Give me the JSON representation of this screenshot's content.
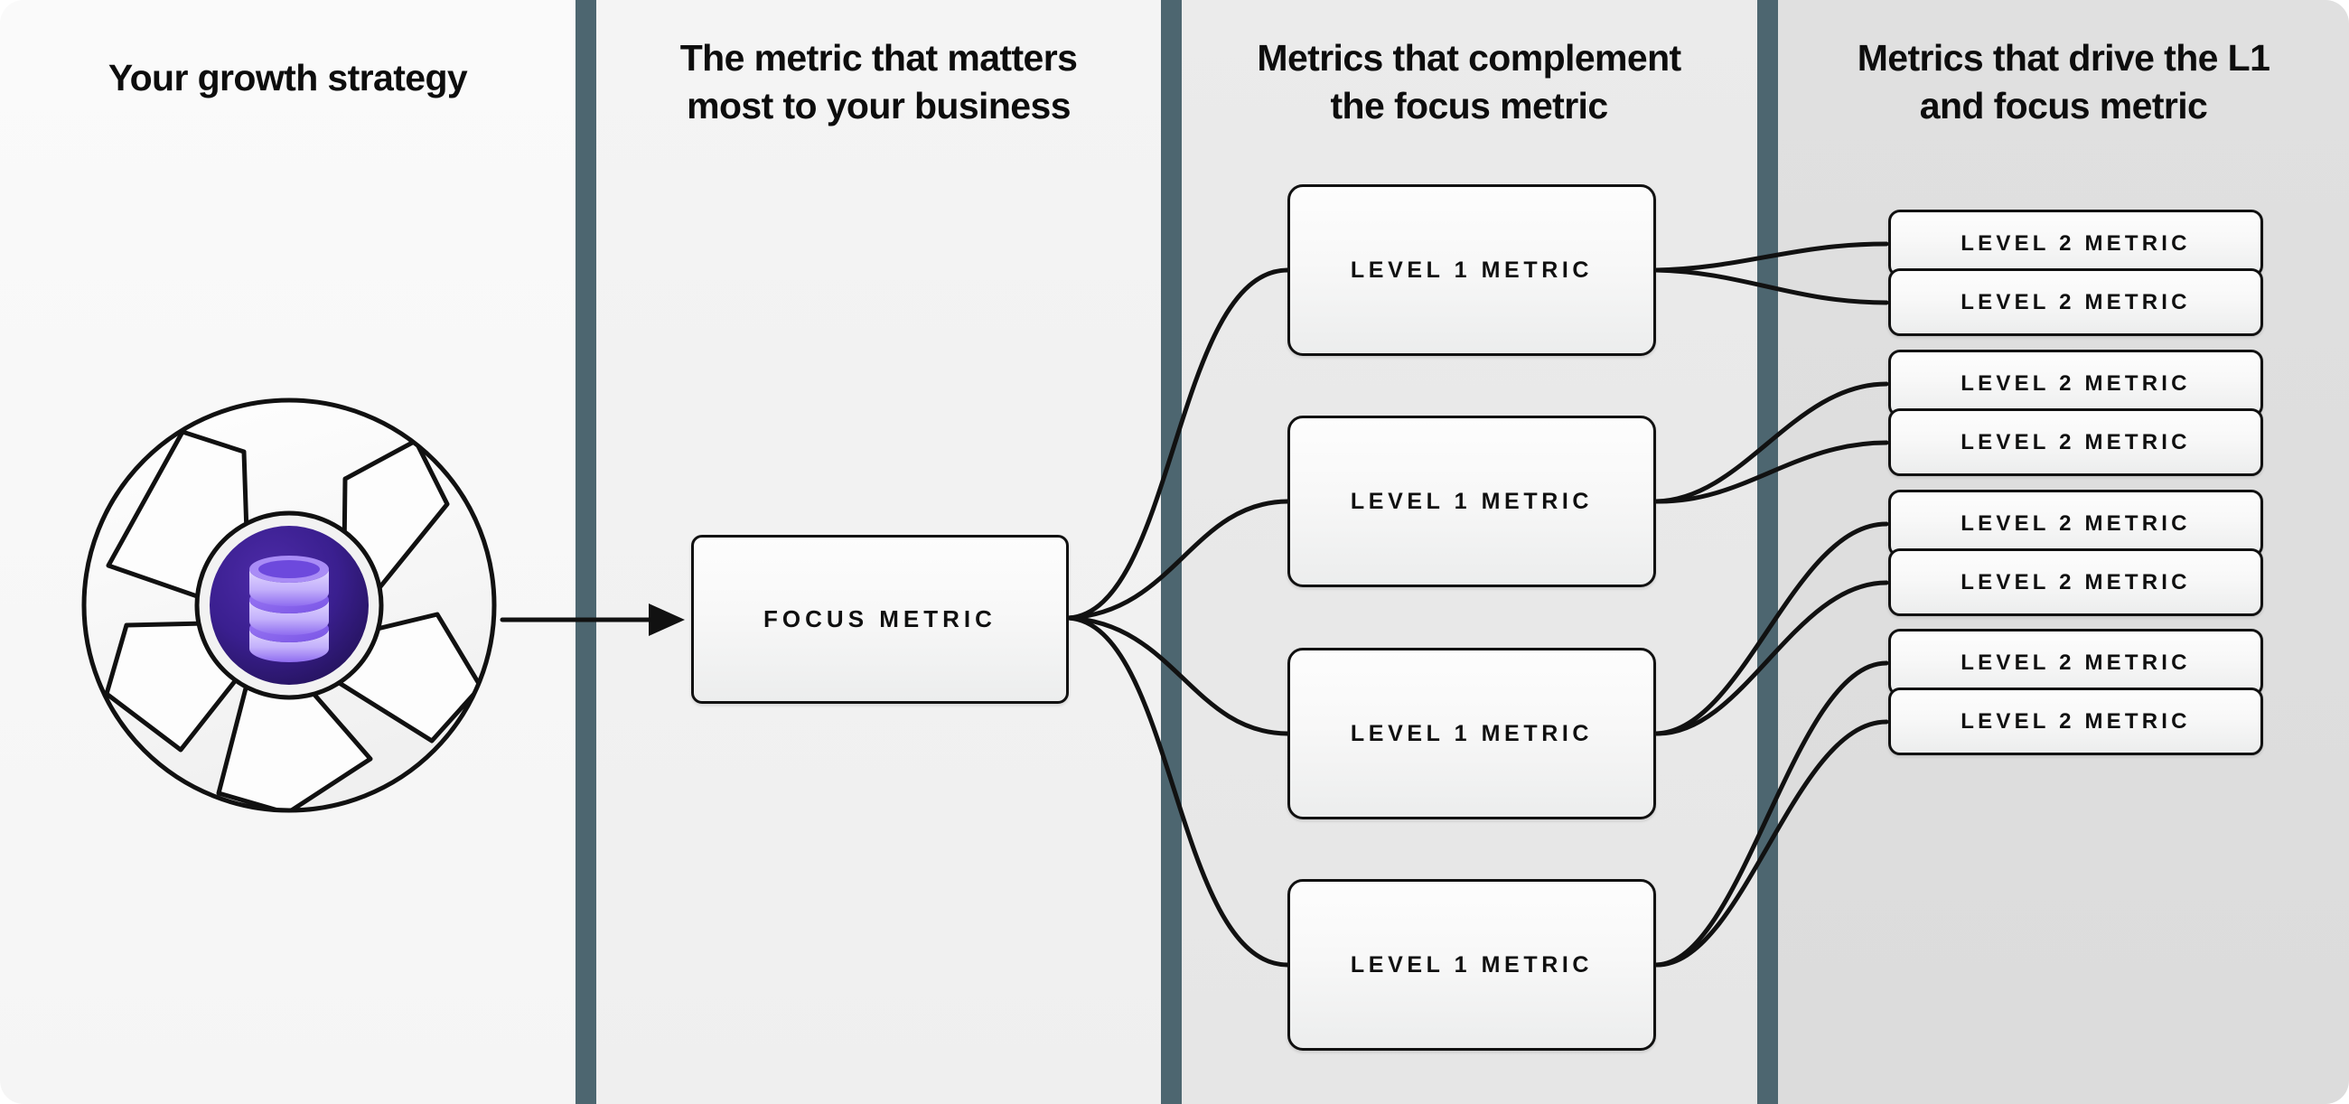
{
  "diagram": {
    "title": "Metrics tree: growth strategy to focus metric to level 1 and level 2 metrics",
    "columns": [
      {
        "id": "strategy",
        "heading": "Your growth strategy"
      },
      {
        "id": "focus",
        "heading": "The metric that matters\nmost to your business"
      },
      {
        "id": "level-1",
        "heading": "Metrics that complement\nthe focus metric"
      },
      {
        "id": "level-2",
        "heading": "Metrics that drive the L1\nand focus metric"
      }
    ],
    "headings": {
      "col1": "Your growth strategy",
      "col2_line1": "The metric that matters",
      "col2_line2": "most to your business",
      "col3_line1": "Metrics that complement",
      "col3_line2": "the focus metric",
      "col4_line1": "Metrics that drive the L1",
      "col4_line2": "and focus metric"
    },
    "strategy_graphic": {
      "icon_name": "database-icon",
      "shape_name": "aperture-shutter-circle",
      "core_color": "#2d1a6e",
      "icon_color": "#b9a6f7",
      "icon_accent": "#7b52e8"
    },
    "focus_metric": {
      "label": "FOCUS METRIC"
    },
    "level_1_metrics": [
      {
        "label": "LEVEL 1 METRIC"
      },
      {
        "label": "LEVEL 1 METRIC"
      },
      {
        "label": "LEVEL 1 METRIC"
      },
      {
        "label": "LEVEL 1 METRIC"
      }
    ],
    "level_2_metrics": [
      {
        "label": "LEVEL 2 METRIC"
      },
      {
        "label": "LEVEL 2 METRIC"
      },
      {
        "label": "LEVEL 2 METRIC"
      },
      {
        "label": "LEVEL 2 METRIC"
      },
      {
        "label": "LEVEL 2 METRIC"
      },
      {
        "label": "LEVEL 2 METRIC"
      },
      {
        "label": "LEVEL 2 METRIC"
      },
      {
        "label": "LEVEL 2 METRIC"
      }
    ],
    "colors": {
      "divider": "#4d6670",
      "panel_1_bg": "#f7f7f7",
      "panel_2_bg": "#f2f2f2",
      "panel_3_bg": "#e9e9e9",
      "panel_4_bg": "#dedede",
      "node_border": "#111111",
      "text": "#0d0d0d"
    }
  }
}
